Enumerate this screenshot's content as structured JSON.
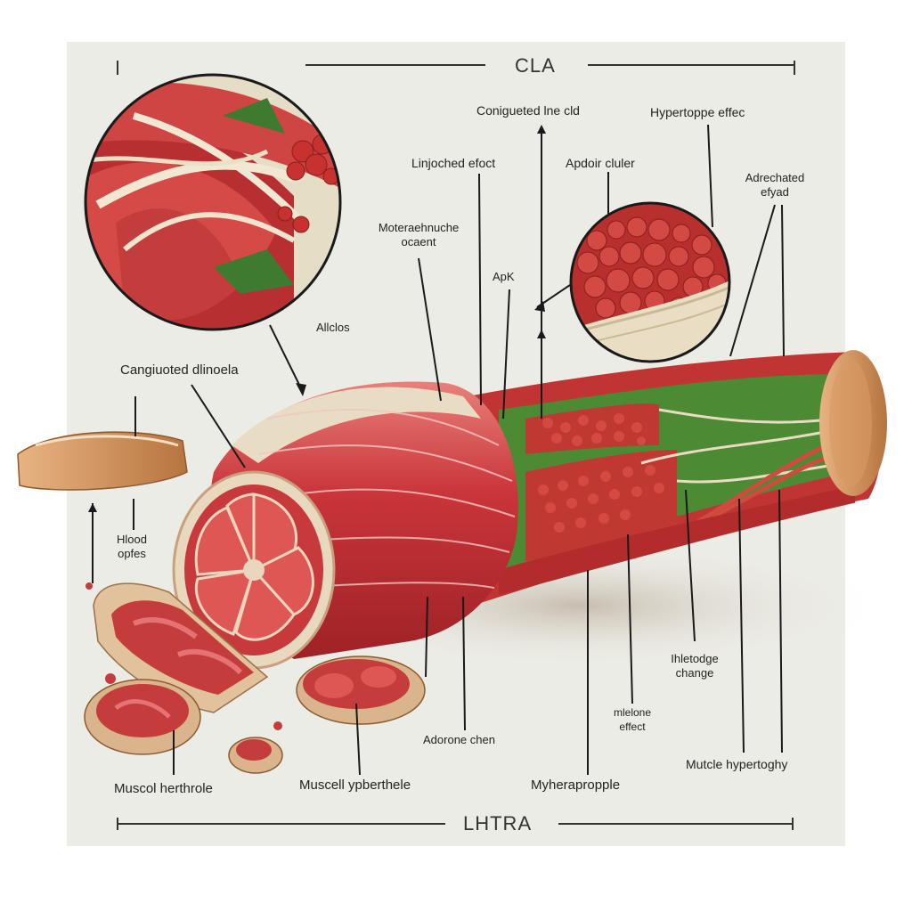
{
  "header": {
    "top_title": "CLA",
    "bottom_title": "LHTRA"
  },
  "labels": {
    "conjugated_line": "Conigueted lne cld",
    "hypertrophy_effect": "Hypertoppe effec",
    "limpoched_effect": "Linjoched efoct",
    "apdoir_cluster": "Apdoir cluler",
    "adrenal_effect_line1": "Adrechated",
    "adrenal_effect_line2": "efyad",
    "molecular_line1": "Moteraehnuche",
    "molecular_line2": "ocaent",
    "apk": "ApK",
    "alleles": "Allclos",
    "conjugated_clinical": "Cangiuoted dlinoela",
    "blood_line1": "Hlood",
    "blood_line2": "opfes",
    "inhibitor_line1": "Ihletodge",
    "inhibitor_line2": "change",
    "meiotic_line1": "mlelone",
    "meiotic_line2": "effect",
    "adrenal_chain": "Adorone chen",
    "muscle_hypertrophy": "Mutcle hypertoghy",
    "muscle_heritable": "Muscol herthrole",
    "muscle_hyperthetic": "Muscell ypberthele",
    "myherapropple": "Myherapropple"
  },
  "colors": {
    "muscle": "#c8383a",
    "muscle_light": "#e3696a",
    "tendon": "#e9dcc4",
    "fat": "#b92d2a",
    "vessel_green": "#3d7a2e",
    "skin": "#c98c5a",
    "bg": "#ecece6"
  }
}
